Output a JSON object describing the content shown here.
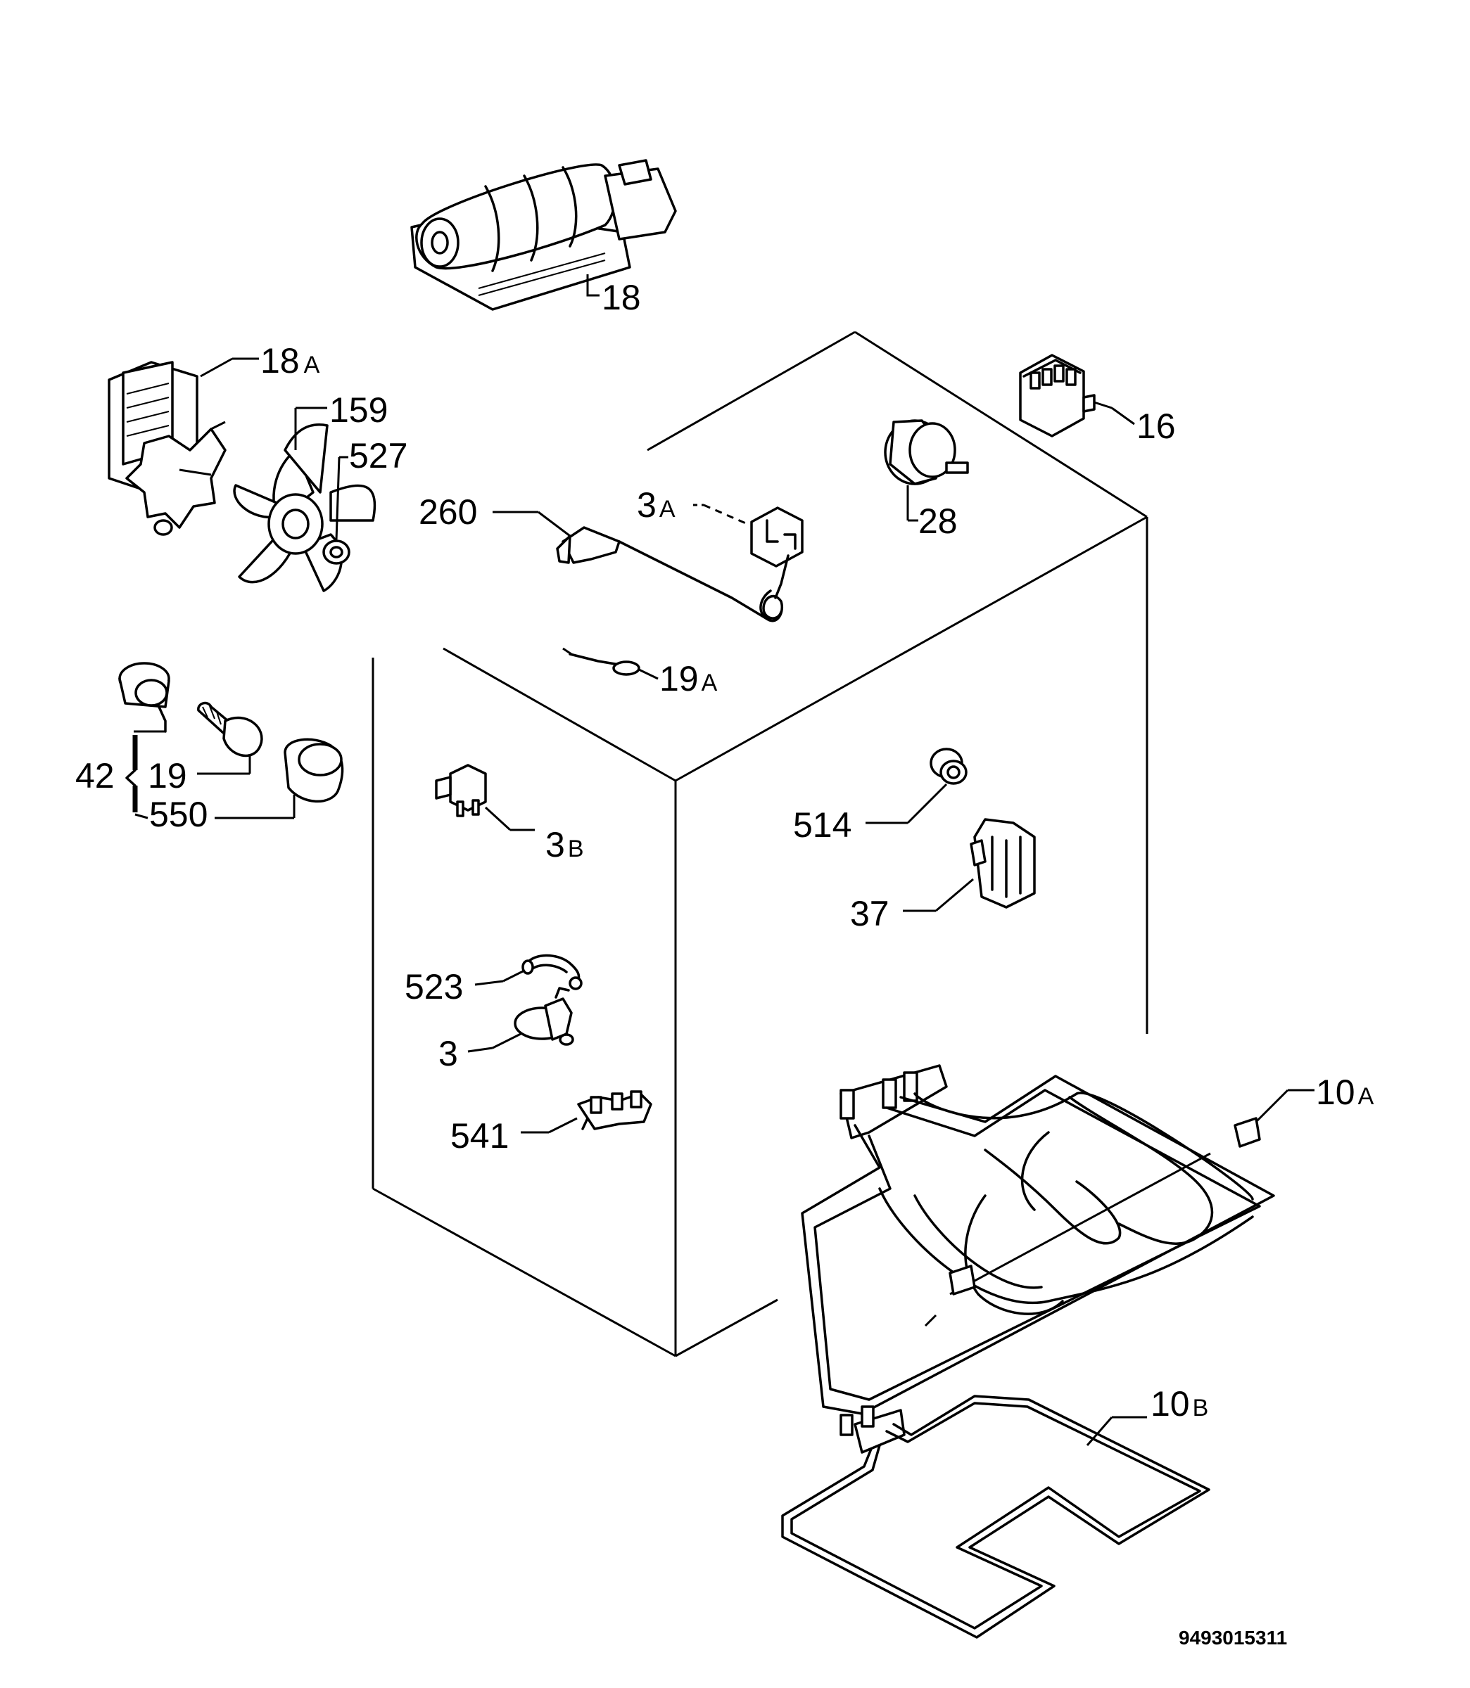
{
  "diagram": {
    "labels": {
      "l18": "18",
      "l18a_num": "18",
      "l18a_suf": "A",
      "l159": "159",
      "l527": "527",
      "l16": "16",
      "l28": "28",
      "l260": "260",
      "l3a_num": "3",
      "l3a_suf": "A",
      "l19a_num": "19",
      "l19a_suf": "A",
      "l42": "42",
      "l19": "19",
      "l550": "550",
      "l3b_num": "3",
      "l3b_suf": "B",
      "l514": "514",
      "l37": "37",
      "l523": "523",
      "l3": "3",
      "l541": "541",
      "l10a_num": "10",
      "l10a_suf": "A",
      "l10b_num": "10",
      "l10b_suf": "B"
    },
    "drawing_code": "9493015311",
    "line_color": "#000000",
    "background_color": "#ffffff"
  }
}
